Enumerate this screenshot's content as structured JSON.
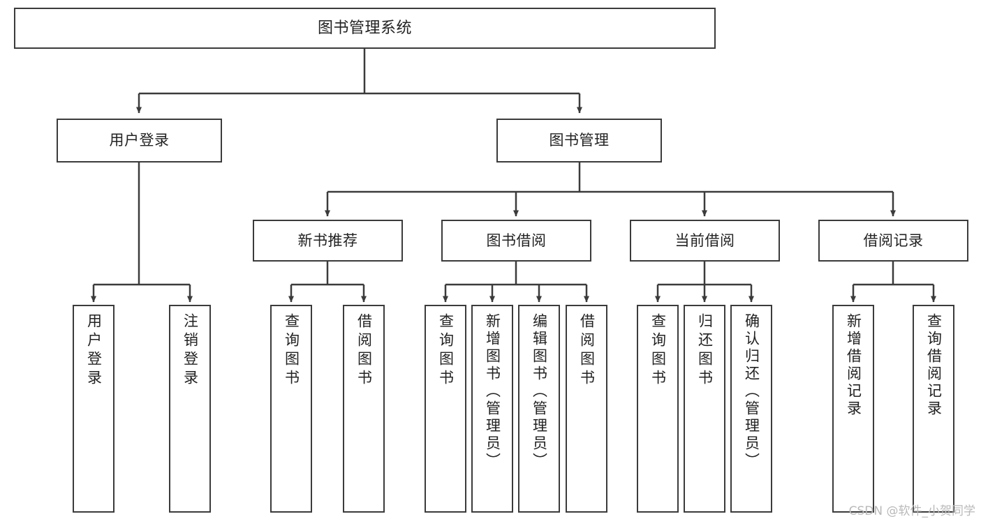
{
  "diagram": {
    "title": "图书管理系统",
    "type": "tree",
    "watermark": "CSDN @软件_小贺同学",
    "colors": {
      "box_border": "#3b3b3b",
      "box_fill": "#ffffff",
      "edge": "#3b3b3b",
      "text": "#222222",
      "watermark": "#b9b9b9"
    },
    "nodes": {
      "root": {
        "label": "图书管理系统"
      },
      "level2": [
        {
          "id": "user_login",
          "label": "用户登录"
        },
        {
          "id": "book_manage",
          "label": "图书管理"
        }
      ],
      "level3": [
        {
          "id": "new_book_rec",
          "label": "新书推荐"
        },
        {
          "id": "book_borrow",
          "label": "图书借阅"
        },
        {
          "id": "current_borrow",
          "label": "当前借阅"
        },
        {
          "id": "borrow_record",
          "label": "借阅记录"
        }
      ],
      "leaves": {
        "user_login": [
          {
            "id": "leaf_user_login",
            "label": "用户登录"
          },
          {
            "id": "leaf_user_logout",
            "label": "注销登录"
          }
        ],
        "new_book_rec": [
          {
            "id": "leaf_query_book_1",
            "label": "查询图书"
          },
          {
            "id": "leaf_borrow_book_1",
            "label": "借阅图书"
          }
        ],
        "book_borrow": [
          {
            "id": "leaf_query_book_2",
            "label": "查询图书"
          },
          {
            "id": "leaf_add_book",
            "label": "新增图书（管理员）"
          },
          {
            "id": "leaf_edit_book",
            "label": "编辑图书（管理员）"
          },
          {
            "id": "leaf_borrow_book_2",
            "label": "借阅图书"
          }
        ],
        "current_borrow": [
          {
            "id": "leaf_query_book_3",
            "label": "查询图书"
          },
          {
            "id": "leaf_return_book",
            "label": "归还图书"
          },
          {
            "id": "leaf_confirm_return",
            "label": "确认归还（管理员）"
          }
        ],
        "borrow_record": [
          {
            "id": "leaf_add_record",
            "label": "新增借阅记录"
          },
          {
            "id": "leaf_query_record",
            "label": "查询借阅记录"
          }
        ]
      }
    }
  }
}
